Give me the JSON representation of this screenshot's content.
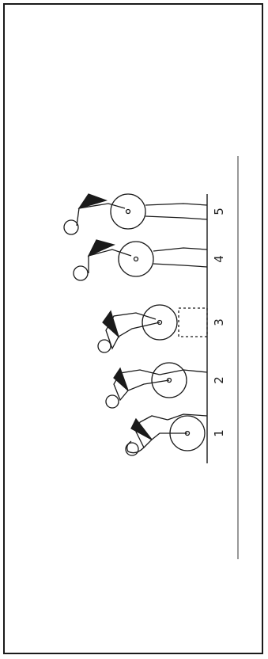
{
  "diagram": {
    "stage_labels": [
      "1",
      "2",
      "3",
      "4",
      "5"
    ],
    "ink_color": "#1a1a1a",
    "background_color": "#ffffff"
  }
}
